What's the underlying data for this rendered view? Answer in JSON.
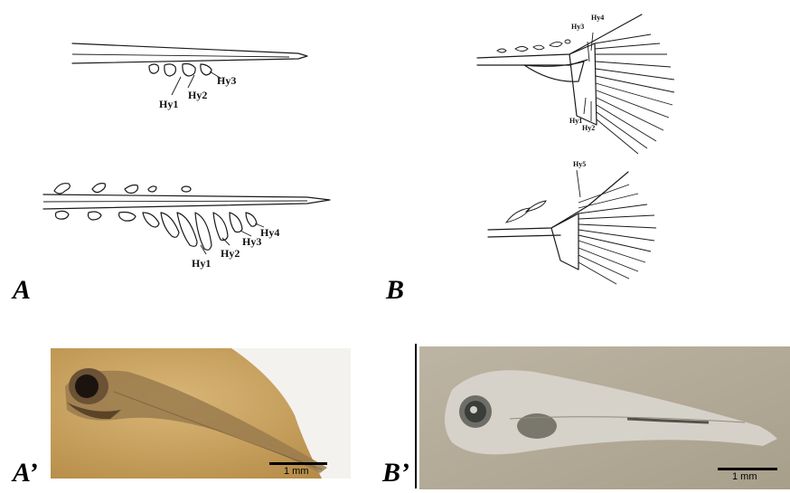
{
  "panels": {
    "a": {
      "label": "A",
      "top_labels": [
        "Hy1",
        "Hy2",
        "Hy3"
      ],
      "bottom_labels": [
        "Hy1",
        "Hy2",
        "Hy3",
        "Hy4"
      ]
    },
    "b": {
      "label": "B",
      "top_labels": [
        "Hy4",
        "Hy3",
        "Hy1",
        "Hy2"
      ],
      "bottom_labels": [
        "Hy5"
      ]
    },
    "a_prime": {
      "label": "A’",
      "scale": "1 mm"
    },
    "b_prime": {
      "label": "B’",
      "scale": "1 mm"
    }
  }
}
